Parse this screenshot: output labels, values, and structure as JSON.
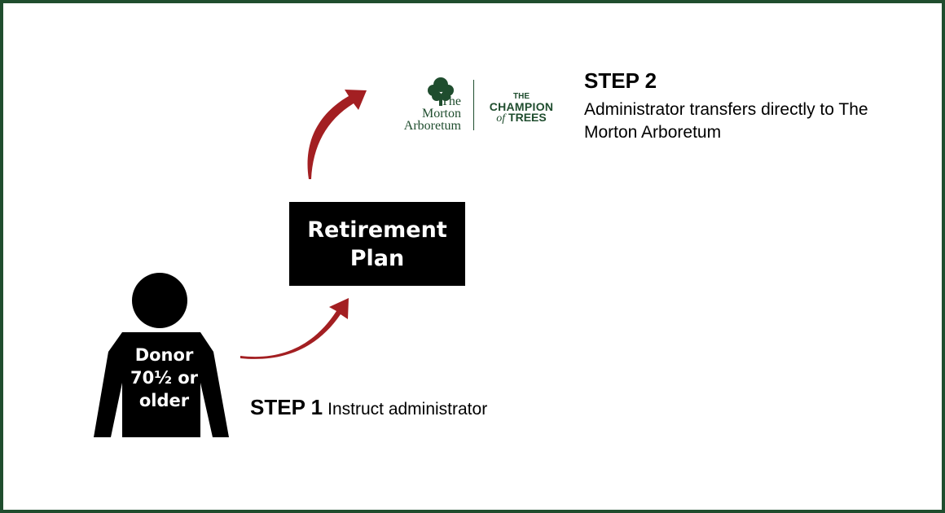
{
  "donor": {
    "label_lines": [
      "Donor",
      "70½ or",
      "older"
    ]
  },
  "plan": {
    "label_lines": [
      "Retirement",
      "Plan"
    ]
  },
  "step1": {
    "title": "STEP 1",
    "description": "Instruct administrator"
  },
  "step2": {
    "title": "STEP 2",
    "description": "Administrator transfers directly to The Morton Arboretum"
  },
  "logo": {
    "name_lines": [
      "The",
      "Morton",
      "Arboretum"
    ],
    "tagline_top": "THE",
    "tagline_mid": "CHAMPION",
    "tagline_of": "of",
    "tagline_bottom": "TREES"
  },
  "colors": {
    "border": "#1f4d2e",
    "arrow": "#a31f22",
    "box": "#000000",
    "logo_green": "#1f4d2e"
  }
}
